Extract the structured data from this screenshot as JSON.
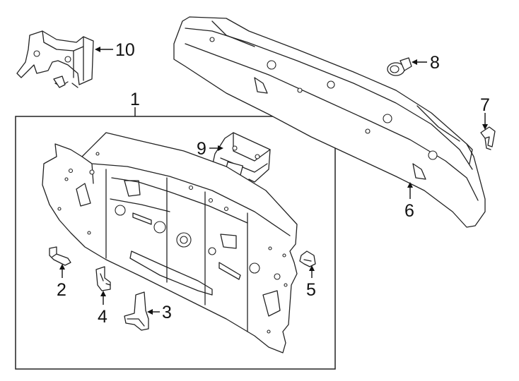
{
  "callouts": {
    "p1": "1",
    "p2": "2",
    "p3": "3",
    "p4": "4",
    "p5": "5",
    "p6": "6",
    "p7": "7",
    "p8": "8",
    "p9": "9",
    "p10": "10"
  }
}
